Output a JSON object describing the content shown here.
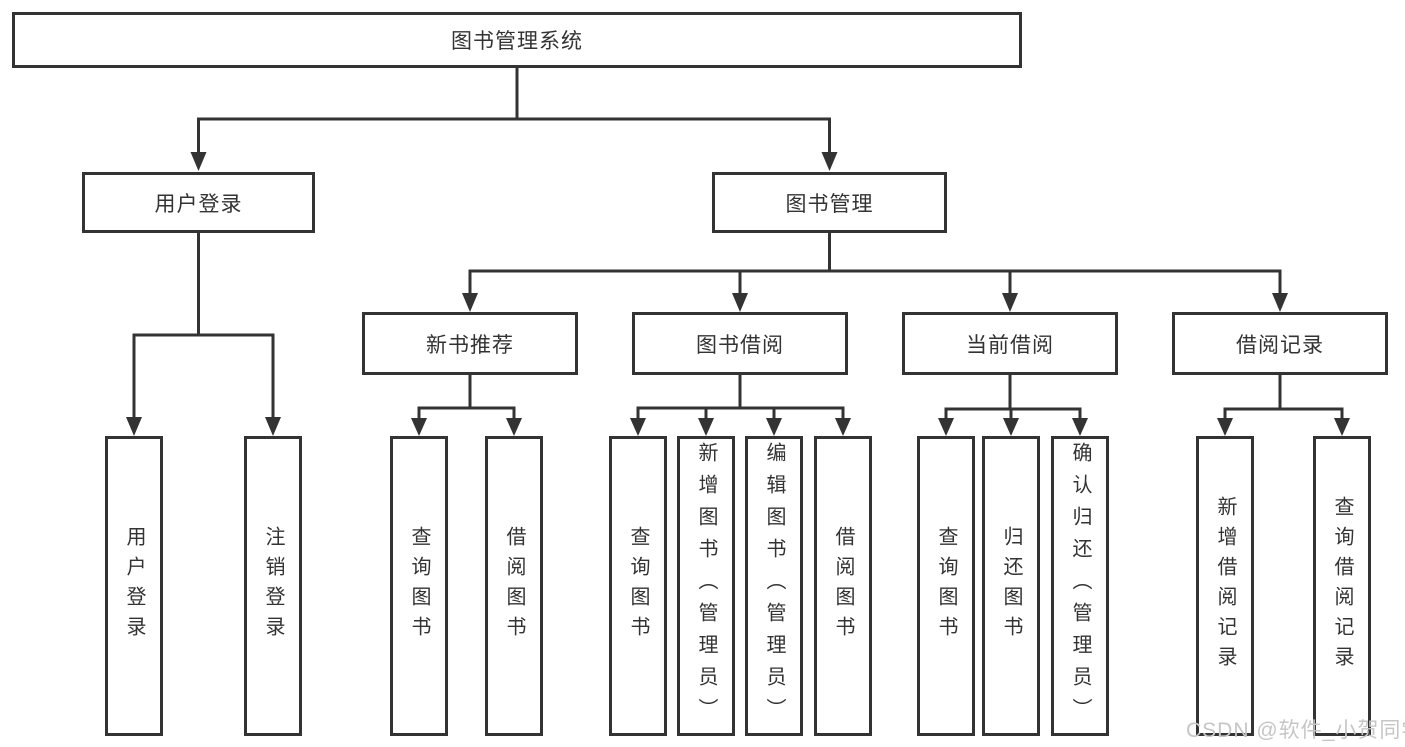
{
  "diagram": {
    "root": {
      "label": "图书管理系统"
    },
    "branches": [
      {
        "label": "用户登录",
        "children": [
          "用户登录",
          "注销登录"
        ]
      },
      {
        "label": "图书管理",
        "sections": [
          {
            "label": "新书推荐",
            "children": [
              "查询图书",
              "借阅图书"
            ]
          },
          {
            "label": "图书借阅",
            "children": [
              "查询图书",
              "新增图书（管理员）",
              "编辑图书（管理员）",
              "借阅图书"
            ]
          },
          {
            "label": "当前借阅",
            "children": [
              "查询图书",
              "归还图书",
              "确认归还（管理员）"
            ]
          },
          {
            "label": "借阅记录",
            "children": [
              "新增借阅记录",
              "查询借阅记录"
            ]
          }
        ]
      }
    ]
  },
  "watermark": "CSDN @软件_小贺同学",
  "colors": {
    "line": "#333333",
    "border": "#333333",
    "text": "#333333",
    "box_fill": "#ffffff",
    "watermark_text": "#c6c6c6",
    "background": "#ffffff"
  }
}
